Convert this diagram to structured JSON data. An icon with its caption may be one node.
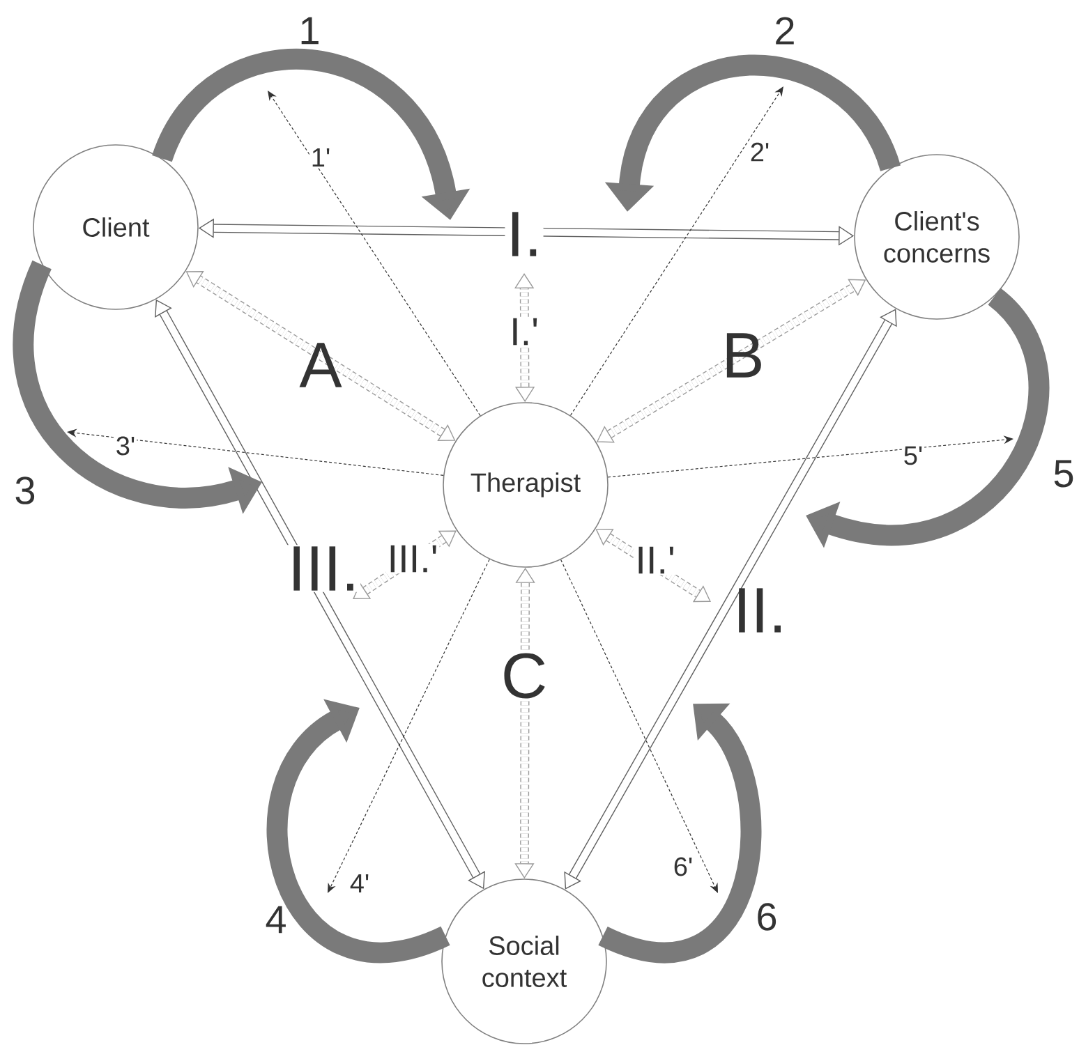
{
  "diagram": {
    "nodes": [
      {
        "text": [
          "Client"
        ]
      },
      {
        "text": [
          "Client's concerns"
        ]
      },
      {
        "text": [
          "Therapist"
        ]
      },
      {
        "text": [
          "Social context"
        ]
      }
    ],
    "edges": [
      {
        "from": 0,
        "to": 1,
        "arrow": "both",
        "label": "I."
      },
      {
        "from": 1,
        "to": 3,
        "arrow": "both",
        "label": "II."
      },
      {
        "from": 0,
        "to": 3,
        "arrow": "both",
        "label": "III."
      },
      {
        "from": 2,
        "to": 0,
        "arrow": "both",
        "label": "A",
        "style": "dashed",
        "color": "#9a9a9a"
      },
      {
        "from": 2,
        "to": 1,
        "arrow": "both",
        "label": "B",
        "style": "dashed",
        "color": "#9a9a9a"
      },
      {
        "from": 2,
        "to": 3,
        "arrow": "both",
        "label": "C",
        "style": "dashed",
        "color": "#9a9a9a"
      },
      {
        "from": 2,
        "to": null,
        "arrow": "both",
        "label": "I.'",
        "style": "dashed",
        "color": "#9a9a9a"
      },
      {
        "from": 2,
        "to": null,
        "arrow": "both",
        "label": "II.'",
        "style": "dashed",
        "color": "#9a9a9a"
      },
      {
        "from": 2,
        "to": null,
        "arrow": "both",
        "label": "III.'",
        "style": "dashed",
        "color": "#9a9a9a"
      },
      {
        "from": 2,
        "to": null,
        "arrow": "to",
        "label": "1'",
        "style": "dashed",
        "color": "#333333"
      },
      {
        "from": 2,
        "to": null,
        "arrow": "to",
        "label": "2'",
        "style": "dashed",
        "color": "#333333"
      },
      {
        "from": 2,
        "to": null,
        "arrow": "to",
        "label": "3'",
        "style": "dashed",
        "color": "#333333"
      },
      {
        "from": 2,
        "to": null,
        "arrow": "to",
        "label": "4'",
        "style": "dashed",
        "color": "#333333"
      },
      {
        "from": 2,
        "to": null,
        "arrow": "to",
        "label": "5'",
        "style": "dashed",
        "color": "#333333"
      },
      {
        "from": 2,
        "to": null,
        "arrow": "to",
        "label": "6'",
        "style": "dashed",
        "color": "#333333"
      },
      {
        "from": 0,
        "to": null,
        "arrow": "to",
        "label": "1",
        "style": "thick",
        "color": "#7a7a7a"
      },
      {
        "from": 1,
        "to": null,
        "arrow": "to",
        "label": "2",
        "style": "thick",
        "color": "#7a7a7a"
      },
      {
        "from": 0,
        "to": null,
        "arrow": "to",
        "label": "3",
        "style": "thick",
        "color": "#7a7a7a"
      },
      {
        "from": 3,
        "to": null,
        "arrow": "to",
        "label": "4",
        "style": "thick",
        "color": "#7a7a7a"
      },
      {
        "from": 1,
        "to": null,
        "arrow": "to",
        "label": "5",
        "style": "thick",
        "color": "#7a7a7a"
      },
      {
        "from": 3,
        "to": null,
        "arrow": "to",
        "label": "6",
        "style": "thick",
        "color": "#7a7a7a"
      }
    ]
  }
}
